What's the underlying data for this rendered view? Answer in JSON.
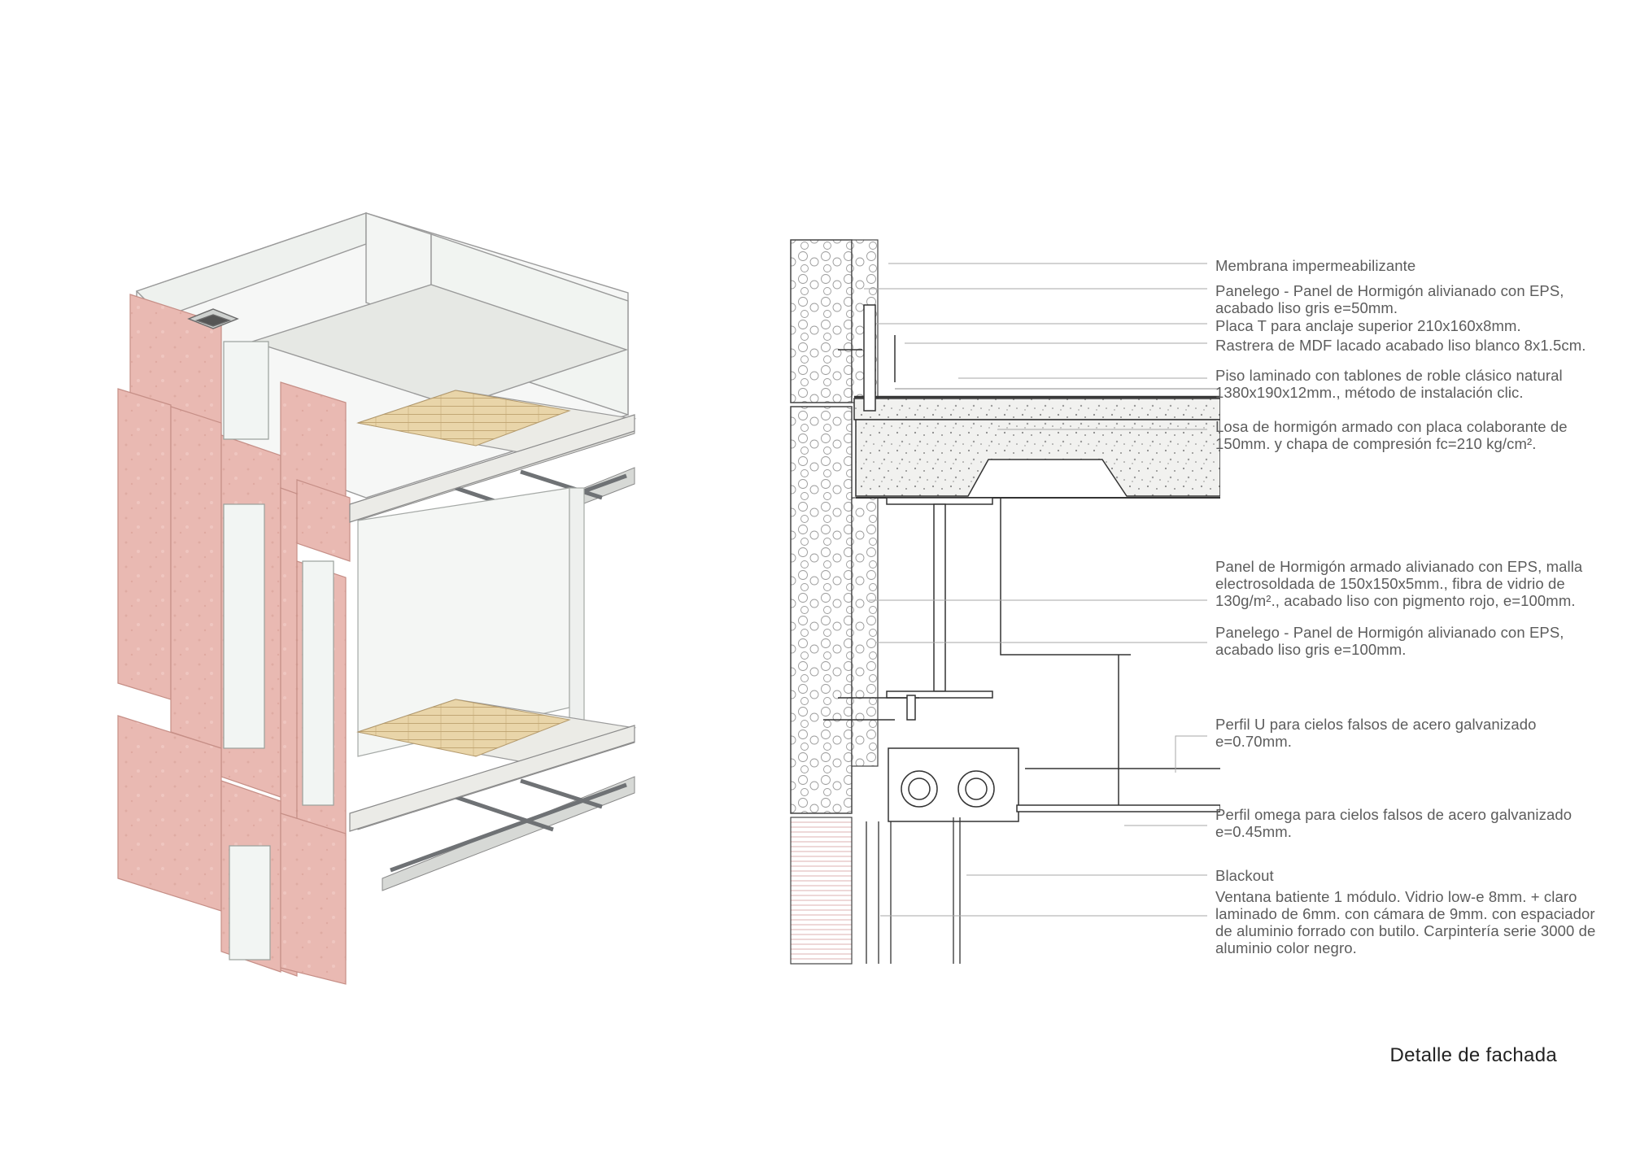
{
  "title": "Detalle de fachada",
  "callouts": [
    "Membrana impermeabilizante",
    "Panelego - Panel de Hormigón alivianado con EPS, acabado liso gris e=50mm.",
    "Placa T para anclaje superior 210x160x8mm.",
    "Rastrera de MDF lacado acabado liso blanco 8x1.5cm.",
    "Piso laminado con tablones de roble clásico natural 1380x190x12mm., método de instalación clic.",
    "Losa de hormigón armado con placa colaborante de 150mm. y chapa de compresión fc=210 kg/cm².",
    "Panel de Hormigón armado alivianado con EPS, malla electrosoldada de 150x150x5mm., fibra de vidrio de 130g/m²., acabado liso con pigmento rojo, e=100mm.",
    "Panelego - Panel de Hormigón alivianado con EPS, acabado liso gris e=100mm.",
    "Perfil U para cielos falsos de acero galvanizado e=0.70mm.",
    "Perfil omega para cielos falsos de acero galvanizado e=0.45mm.",
    "Blackout",
    "Ventana batiente 1 módulo. Vidrio low-e 8mm. + claro laminado de 6mm. con cámara de 9mm. con espaciador de aluminio forrado con butilo. Carpintería serie 3000 de aluminio color negro."
  ],
  "colors": {
    "red_panel": "#e9b8b2",
    "wood_floor": "#e8d4a8",
    "concrete": "#ebebe7",
    "glass": "#eef2ef",
    "line": "#8a8a8a",
    "text": "#5c5c5c"
  }
}
